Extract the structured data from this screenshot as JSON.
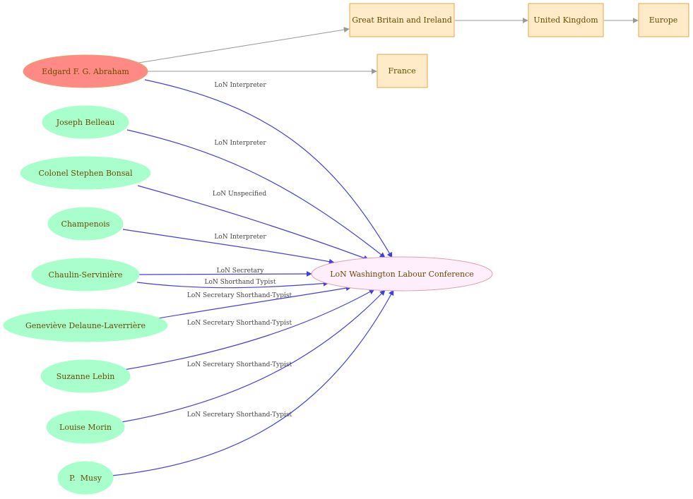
{
  "colors": {
    "primary_person_fill": "#ff8a85",
    "primary_person_stroke": "#e8a06a",
    "person_fill": "#a8ffcc",
    "person_stroke": "#a8ffcc",
    "place_fill": "#ffebc8",
    "place_stroke": "#e0a84a",
    "event_fill": "#ffeefc",
    "event_stroke": "#e0a0a8",
    "relation_edge": "#4040e0",
    "place_edge": "#999999"
  },
  "nodes": {
    "abraham": "Edgard F. G. Abraham",
    "belleau": "Joseph Belleau",
    "bonsal": "Colonel Stephen Bonsal",
    "champenois": "Champenois",
    "chaulin": "Chaulin-Servinière",
    "delaune": "Geneviève Delaune-Laverrière",
    "lebin": "Suzanne Lebin",
    "morin": "Louise Morin",
    "musy": "P.  Musy",
    "conference": "LoN Washington Labour Conference",
    "gb_ireland": "Great Britain and Ireland",
    "uk": "United Kingdom",
    "europe": "Europe",
    "france": "France"
  },
  "edges": {
    "abraham": "LoN Interpreter",
    "belleau": "LoN Interpreter",
    "bonsal": "LoN Unspecified",
    "champenois": "LoN Interpreter",
    "chaulin_1": "LoN Secretary",
    "chaulin_2": "LoN Shorthand Typist",
    "delaune": "LoN Secretary Shorthand-Typist",
    "lebin": "LoN Secretary Shorthand-Typist",
    "morin": "LoN Secretary Shorthand-Typist",
    "musy": "LoN Secretary Shorthand-Typist"
  }
}
